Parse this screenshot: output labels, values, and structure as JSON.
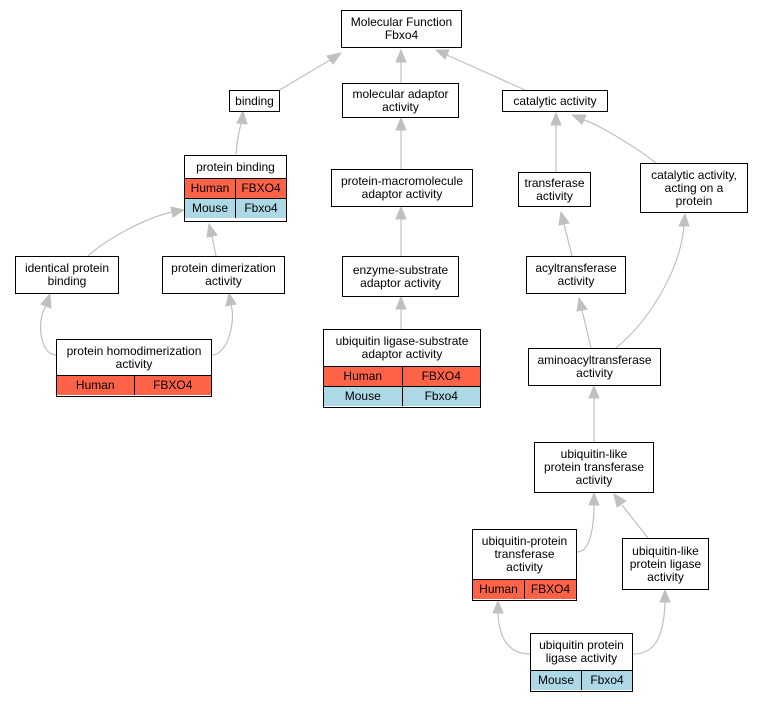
{
  "colors": {
    "human": "#ff6347",
    "mouse": "#add8e6",
    "edge": "#c0c0c0"
  },
  "nodes": {
    "root": {
      "label": "Molecular Function\nFbxo4"
    },
    "binding": {
      "label": "binding"
    },
    "molecular_adaptor": {
      "label": "molecular adaptor\nactivity"
    },
    "catalytic": {
      "label": "catalytic activity"
    },
    "protein_binding": {
      "label": "protein binding",
      "human": {
        "species": "Human",
        "gene": "FBXO4"
      },
      "mouse": {
        "species": "Mouse",
        "gene": "Fbxo4"
      }
    },
    "protein_macromolecule_adaptor": {
      "label": "protein-macromolecule\nadaptor activity"
    },
    "transferase": {
      "label": "transferase\nactivity"
    },
    "catalytic_on_protein": {
      "label": "catalytic activity,\nacting on a\nprotein"
    },
    "identical_protein_binding": {
      "label": "identical protein\nbinding"
    },
    "protein_dimerization": {
      "label": "protein dimerization\nactivity"
    },
    "enzyme_substrate_adaptor": {
      "label": "enzyme-substrate\nadaptor activity"
    },
    "acyltransferase": {
      "label": "acyltransferase\nactivity"
    },
    "protein_homodimerization": {
      "label": "protein homodimerization\nactivity",
      "human": {
        "species": "Human",
        "gene": "FBXO4"
      }
    },
    "ubiquitin_ligase_substrate_adaptor": {
      "label": "ubiquitin ligase-substrate\nadaptor activity",
      "human": {
        "species": "Human",
        "gene": "FBXO4"
      },
      "mouse": {
        "species": "Mouse",
        "gene": "Fbxo4"
      }
    },
    "aminoacyltransferase": {
      "label": "aminoacyltransferase\nactivity"
    },
    "ubiquitin_like_transferase": {
      "label": "ubiquitin-like\nprotein transferase\nactivity"
    },
    "ubiquitin_protein_transferase": {
      "label": "ubiquitin-protein\ntransferase\nactivity",
      "human": {
        "species": "Human",
        "gene": "FBXO4"
      }
    },
    "ubiquitin_like_ligase": {
      "label": "ubiquitin-like\nprotein ligase\nactivity"
    },
    "ubiquitin_protein_ligase": {
      "label": "ubiquitin protein\nligase activity",
      "mouse": {
        "species": "Mouse",
        "gene": "Fbxo4"
      }
    }
  }
}
